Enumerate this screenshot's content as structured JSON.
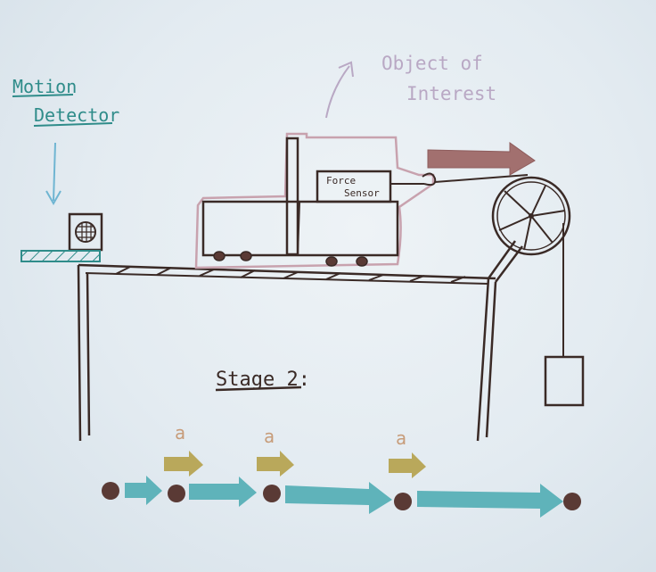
{
  "labels": {
    "motion_detector_line1": "Motion",
    "motion_detector_line2": "Detector",
    "object_line1": "Object of",
    "object_line2": "Interest",
    "force_line1": "Force",
    "force_line2": "Sensor",
    "stage": "Stage 2:",
    "accel": "a"
  },
  "colors": {
    "ink": "#3a2a26",
    "teal_ink": "#2f8c8a",
    "teal_arrow": "#5fb3ba",
    "tan_arrow": "#b9a85b",
    "mauve_arrow": "#a2706f",
    "outline_pink": "#c8a2ae",
    "label_lilac": "#b9a8c4",
    "dot": "#5a3a35"
  },
  "motion_diagram": {
    "dot_count": 5,
    "velocity_arrow_count": 4,
    "acceleration_arrow_count": 3
  }
}
